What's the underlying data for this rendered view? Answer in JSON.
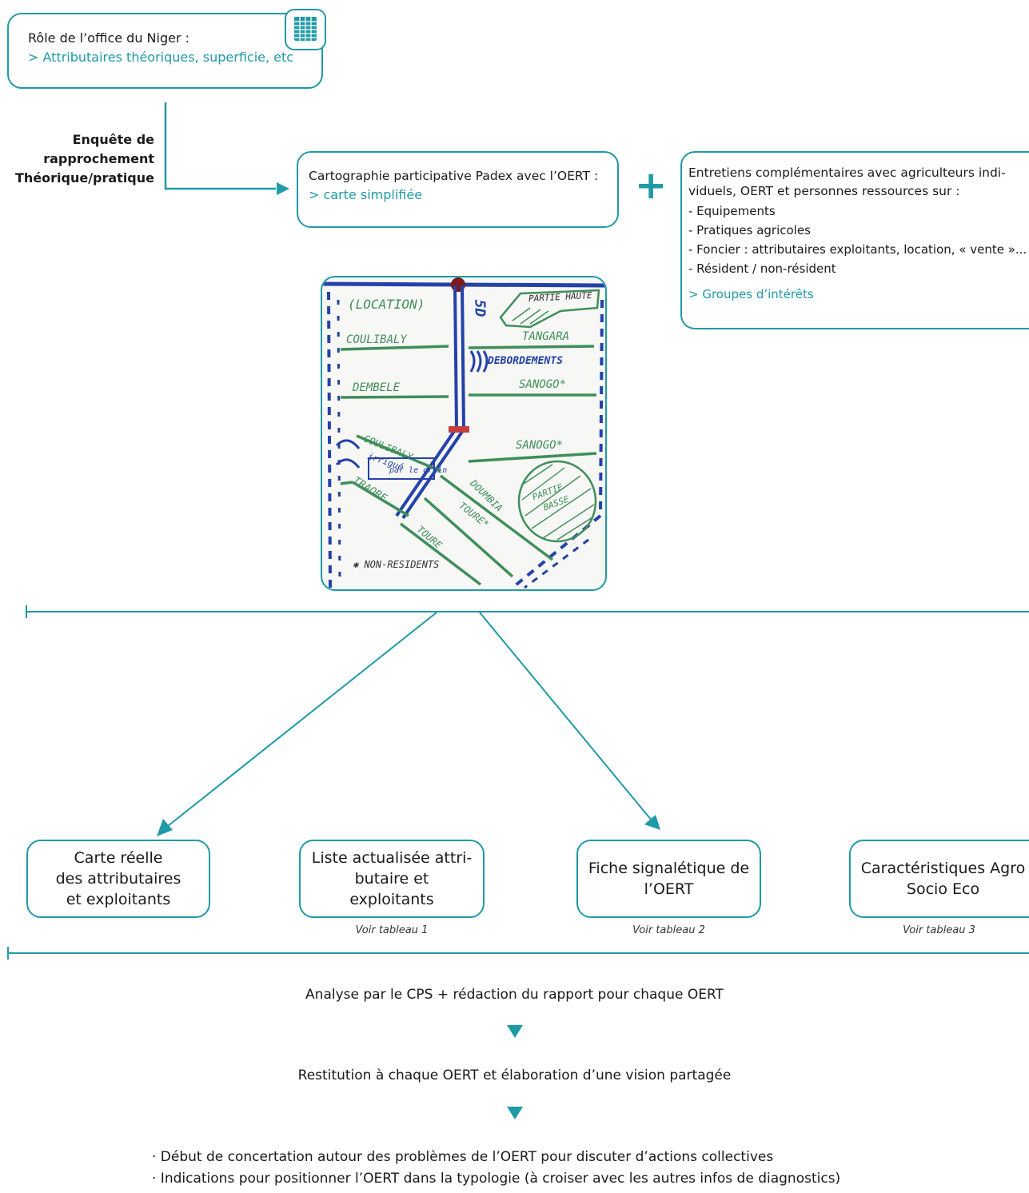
{
  "office_box": {
    "title": "Rôle de l’office du Niger :",
    "subtitle": "> Attributaires théoriques, superficie, etc",
    "icon": "table-grid-icon"
  },
  "side_label": {
    "line1": "Enquête de",
    "line2": "rapprochement",
    "line3": "Théorique/pratique"
  },
  "carto_box": {
    "title": "Cartographie participative Padex avec l’OERT :",
    "subtitle": "> carte simplifiée"
  },
  "plus_symbol": "+",
  "interviews_box": {
    "title_line1": "Entretiens complémentaires avec agriculteurs indi-",
    "title_line2": "viduels, OERT et personnes ressources sur :",
    "items": [
      "- Equipements",
      "- Pratiques agricoles",
      "- Foncier : attributaires exploitants, location, « vente »...",
      "- Résident / non-résident"
    ],
    "result": "> Groupes d’intérêts"
  },
  "sketch_map": {
    "labels": {
      "location": "(LOCATION)",
      "partie_haute": "PARTIE HAUTE",
      "canal": "5D",
      "coulibaly_top": "COULIBALY",
      "tangara": "TANGARA",
      "debordements": "DEBORDEMENTS",
      "dembele": "DEMBELE",
      "sanogo_1": "SANOGO*",
      "sanogo_2": "SANOGO*",
      "coulibaly_mid": "COULIBALY",
      "irrigue_1": "irrigué",
      "irrigue_2": "par le drain",
      "traore": "TRAORE",
      "doumbia": "DOUMBIA",
      "partie_basse_1": "PARTIE",
      "partie_basse_2": "BASSE",
      "toure_1": "TOURE*",
      "toure_2": "TOURE",
      "non_residents": "✱ NON-RESIDENTS"
    }
  },
  "outputs": [
    {
      "line1": "Carte réelle",
      "line2": "des attributaires",
      "line3": "et exploitants",
      "note": ""
    },
    {
      "line1": "Liste actualisée attri-",
      "line2": "butaire et exploitants",
      "line3": "",
      "note": "Voir tableau 1"
    },
    {
      "line1": "Fiche signalétique de",
      "line2": "l’OERT",
      "line3": "",
      "note": "Voir tableau 2"
    },
    {
      "line1": "Caractéristiques Agro",
      "line2": "Socio Eco",
      "line3": "",
      "note": "Voir tableau 3"
    }
  ],
  "flow": {
    "step1": "Analyse par le CPS + rédaction du rapport pour chaque OERT",
    "step2": "Restitution à chaque OERT et élaboration d’une vision partagée",
    "bullet1": "· Début de concertation autour des problèmes de l’OERT pour discuter d’actions collectives",
    "bullet2": "· Indications pour positionner l’OERT dans la typologie (à croiser avec les autres infos de diagnostics)"
  },
  "colors": {
    "accent": "#1f9aa7",
    "map_blue": "#2442a8",
    "map_green": "#3f8f5a"
  }
}
